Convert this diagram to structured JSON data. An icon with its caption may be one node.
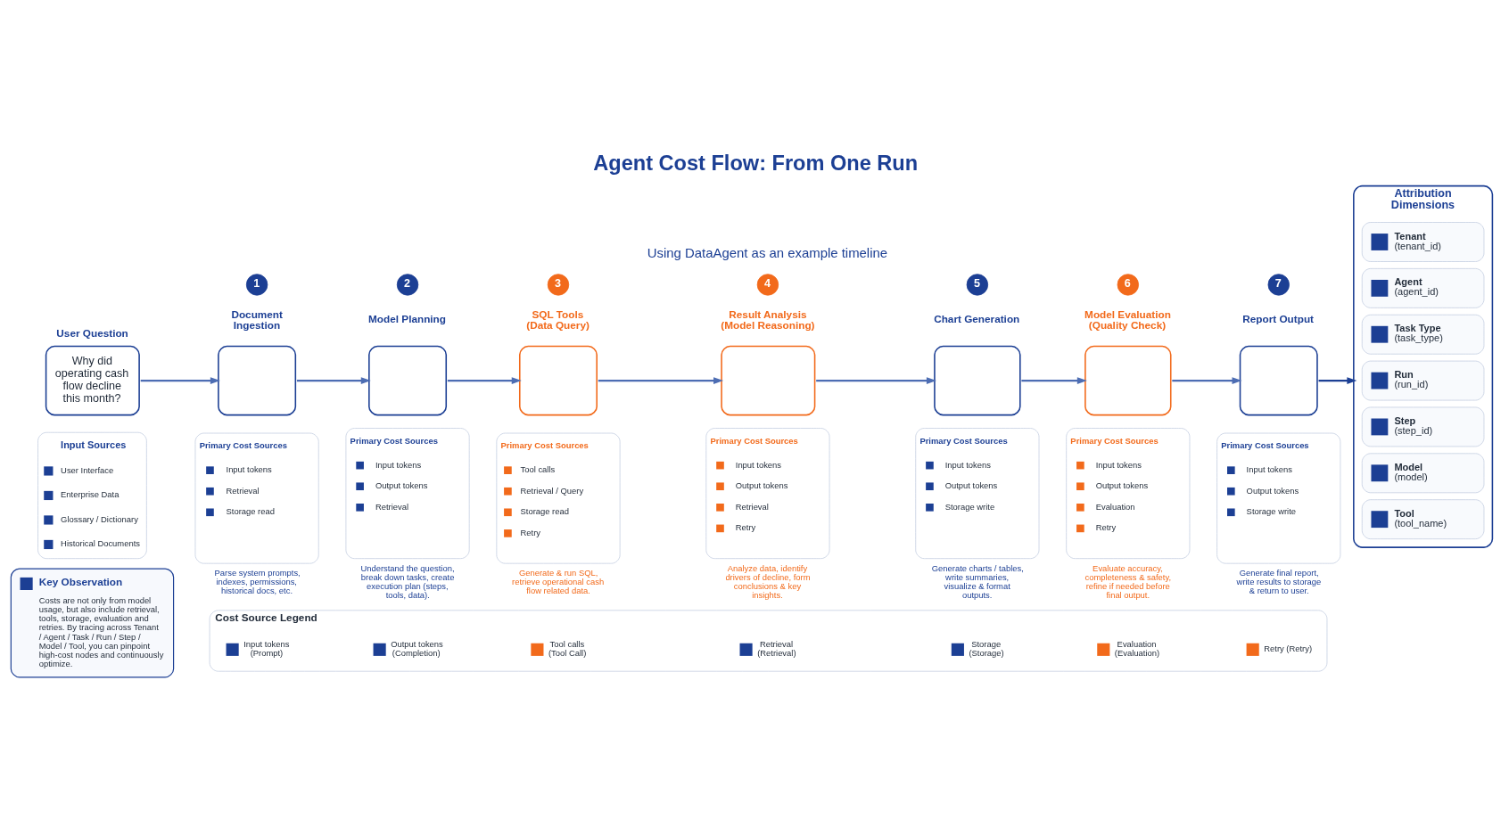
{
  "diagram": {
    "title": "Agent Cost Flow: From One Run",
    "nodes": [
      {
        "text": [
          "User Question",
          "Why did operating cash flow decline this month?"
        ]
      },
      {
        "text": [
          "Input Sources",
          "User Interface",
          "Enterprise Data",
          "Glossary / Dictionary",
          "Historical Documents"
        ]
      },
      {
        "text": [
          "1"
        ]
      },
      {
        "text": [
          "Document Ingestion"
        ]
      },
      {
        "text": [
          "Primary Cost Sources",
          "Input tokens",
          "Retrieval",
          "Storage read"
        ],
        "beside": [
          "Parse system prompts, indexes, permissions, historical docs, etc."
        ]
      },
      {
        "text": [
          "2"
        ]
      },
      {
        "text": [
          "Model Planning"
        ]
      },
      {
        "text": [
          "Primary Cost Sources",
          "Input tokens",
          "Output tokens",
          "Retrieval"
        ],
        "beside": [
          "Understand the question, break down tasks, create execution plan (steps, tools, data)."
        ]
      },
      {
        "text": [
          "3"
        ]
      },
      {
        "text": [
          "SQL Tools (Data Query)"
        ]
      },
      {
        "text": [
          "Primary Cost Sources",
          "Tool calls",
          "Retrieval / Query",
          "Storage read",
          "Retry"
        ],
        "beside": [
          "Generate & run SQL, retrieve operational cash flow related data."
        ]
      },
      {
        "text": [
          "4"
        ]
      },
      {
        "text": [
          "Result Analysis (Model Reasoning)"
        ]
      },
      {
        "text": [
          "Primary Cost Sources",
          "Input tokens",
          "Output tokens",
          "Retrieval",
          "Retry"
        ],
        "beside": [
          "Analyze data, identify drivers of decline, form conclusions & key insights."
        ]
      },
      {
        "text": [
          "5"
        ]
      },
      {
        "text": [
          "Chart Generation"
        ]
      },
      {
        "text": [
          "Primary Cost Sources",
          "Input tokens",
          "Output tokens",
          "Storage write"
        ],
        "beside": [
          "Generate charts / tables, write summaries, visualize & format outputs."
        ]
      },
      {
        "text": [
          "6"
        ]
      },
      {
        "text": [
          "Model Evaluation (Quality Check)"
        ]
      },
      {
        "text": [
          "Primary Cost Sources",
          "Input tokens",
          "Output tokens",
          "Evaluation",
          "Retry"
        ],
        "beside": [
          "Evaluate accuracy, completeness & safety, refine if needed before final output."
        ]
      },
      {
        "text": [
          "7"
        ]
      },
      {
        "text": [
          "Report Output"
        ]
      },
      {
        "text": [
          "Primary Cost Sources",
          "Input tokens",
          "Output tokens",
          "Storage write"
        ],
        "beside": [
          "Generate final report, write results to storage & return to user."
        ]
      },
      {
        "text": [
          "Attribution Dimensions"
        ]
      },
      {
        "text": [
          "Tenant",
          "(tenant_id)"
        ],
        "in": 23
      },
      {
        "text": [
          "Agent",
          "(agent_id)"
        ],
        "in": 23
      },
      {
        "text": [
          "Task Type",
          "(task_type)"
        ],
        "in": 23
      },
      {
        "text": [
          "Run",
          "(run_id)"
        ],
        "in": 23
      },
      {
        "text": [
          "Step",
          "(step_id)"
        ],
        "in": 23
      },
      {
        "text": [
          "Model",
          "(model)"
        ],
        "in": 23
      },
      {
        "text": [
          "Tool",
          "(tool_name)"
        ],
        "in": 23
      },
      {
        "text": [
          "Cost Source Legend"
        ]
      },
      {
        "text": [
          "Key Observation",
          "Costs are not only from model usage, but also include retrieval, tools, storage, evaluation and retries. By tracing across Tenant / Agent / Task / Run / Step / Model / Tool, you can pinpoint high-cost nodes and continuously optimize."
        ]
      }
    ],
    "edges": [
      {
        "from": 0,
        "to": 3,
        "arrow": "to"
      },
      {
        "from": 3,
        "to": 6,
        "arrow": "to"
      },
      {
        "from": 6,
        "to": 9,
        "arrow": "to"
      },
      {
        "from": 9,
        "to": 12,
        "arrow": "to"
      },
      {
        "from": 12,
        "to": 15,
        "arrow": "to"
      },
      {
        "from": 15,
        "to": 18,
        "arrow": "to"
      },
      {
        "from": 18,
        "to": 21,
        "arrow": "to"
      },
      {
        "from": 21,
        "to": 23,
        "arrow": "to",
        "color": "#1c3f94"
      }
    ],
    "labels": [
      "Using DataAgent as an example timeline"
    ],
    "legend": [
      {
        "text": "Input tokens (Prompt)"
      },
      {
        "text": "Output tokens (Completion)"
      },
      {
        "text": "Tool calls (Tool Call)"
      },
      {
        "text": "Retrieval (Retrieval)"
      },
      {
        "text": "Storage (Storage)"
      },
      {
        "text": "Evaluation (Evaluation)"
      },
      {
        "text": "Retry (Retry)"
      }
    ]
  }
}
